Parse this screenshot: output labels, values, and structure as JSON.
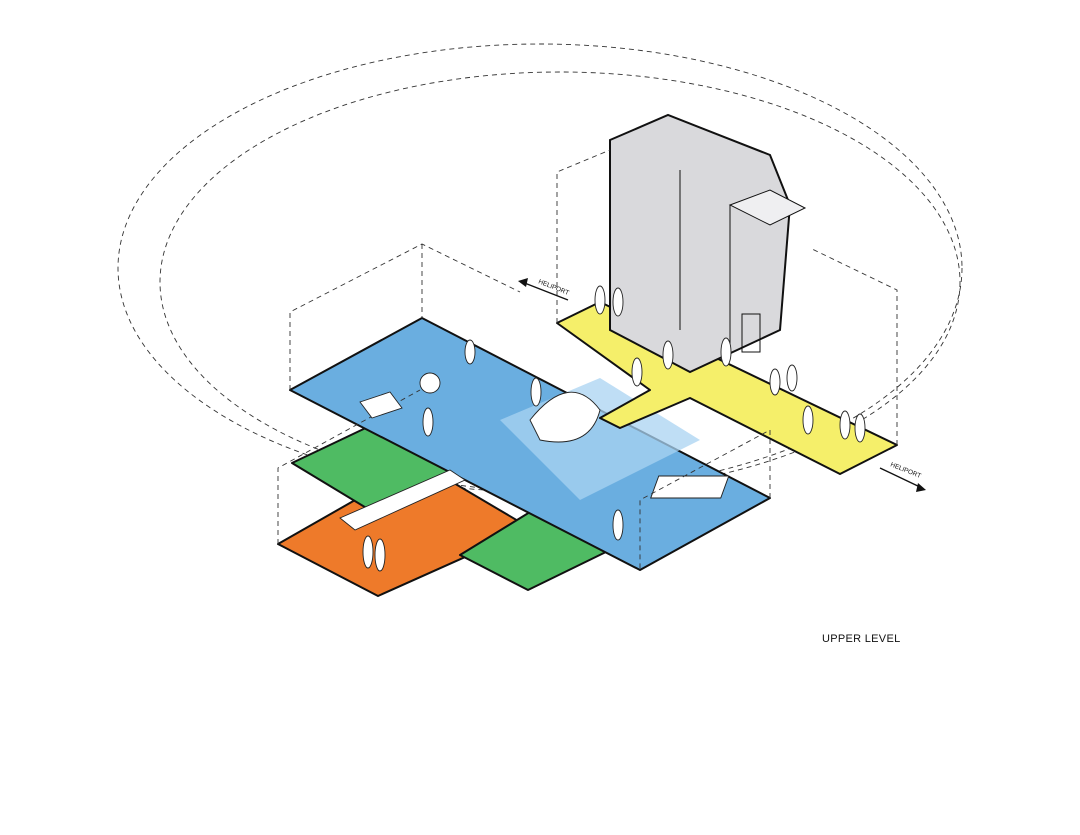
{
  "title": "UPPER LEVEL",
  "heliport_labels": [
    "HELIPORT",
    "HELIPORT"
  ],
  "colors": {
    "blue_zone": "#6aaee0",
    "yellow_zone": "#f5ef6a",
    "orange_zone": "#ee7a2a",
    "green_zone": "#4fbb63",
    "core_grey": "#d9d9dc",
    "outline": "#111111"
  }
}
